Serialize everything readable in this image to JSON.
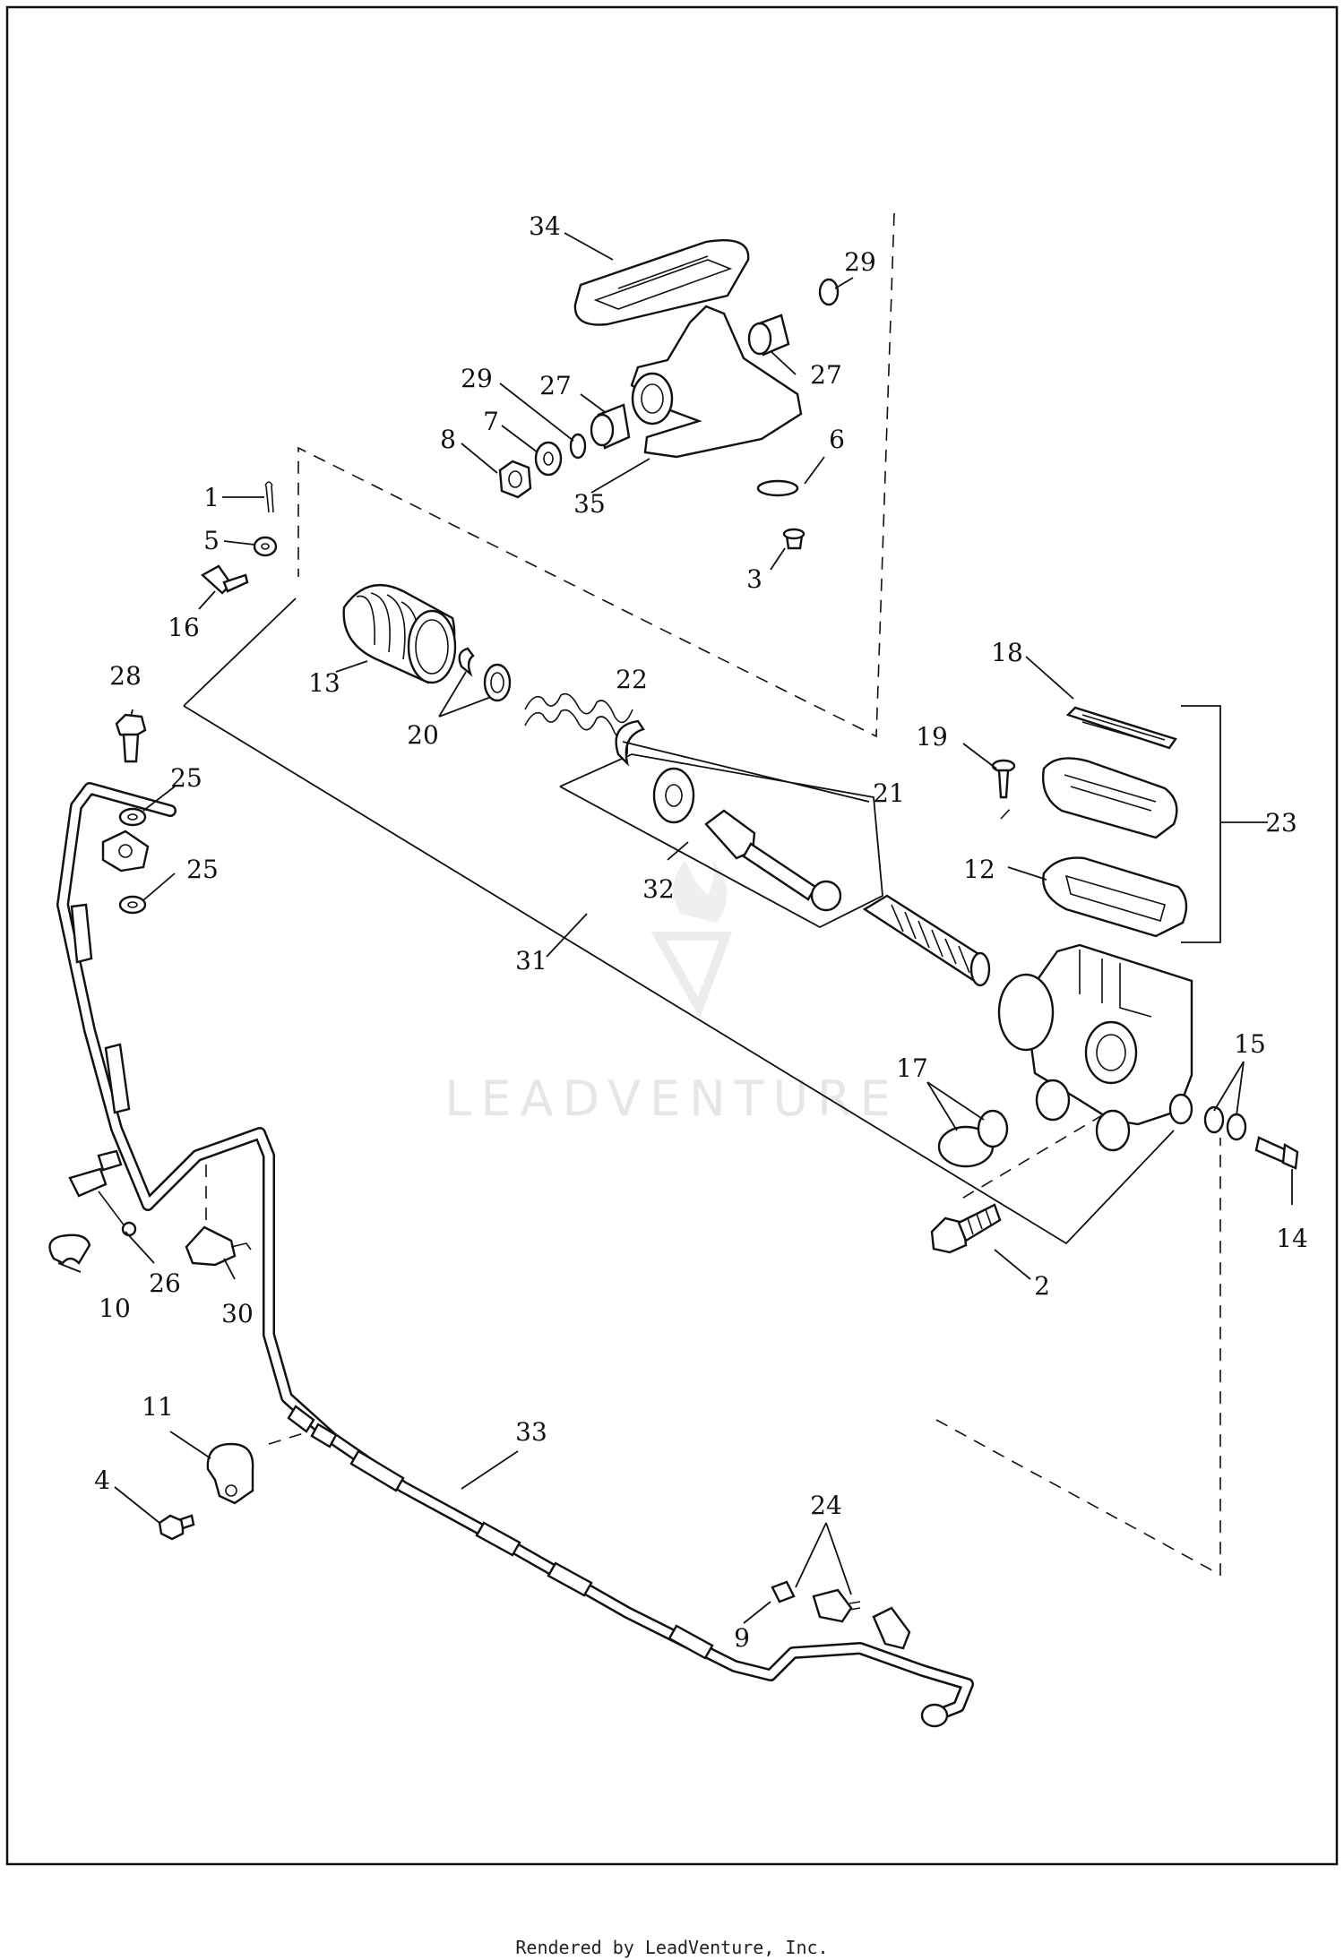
{
  "watermark": "LEADVENTURE",
  "footer": "Rendered by LeadVenture, Inc.",
  "callouts": [
    "1",
    "2",
    "3",
    "4",
    "5",
    "6",
    "7",
    "8",
    "9",
    "10",
    "11",
    "12",
    "13",
    "14",
    "15",
    "16",
    "17",
    "18",
    "19",
    "20",
    "21",
    "22",
    "23",
    "24",
    "25",
    "25",
    "26",
    "27",
    "27",
    "28",
    "29",
    "29",
    "30",
    "31",
    "32",
    "33",
    "34",
    "35"
  ]
}
